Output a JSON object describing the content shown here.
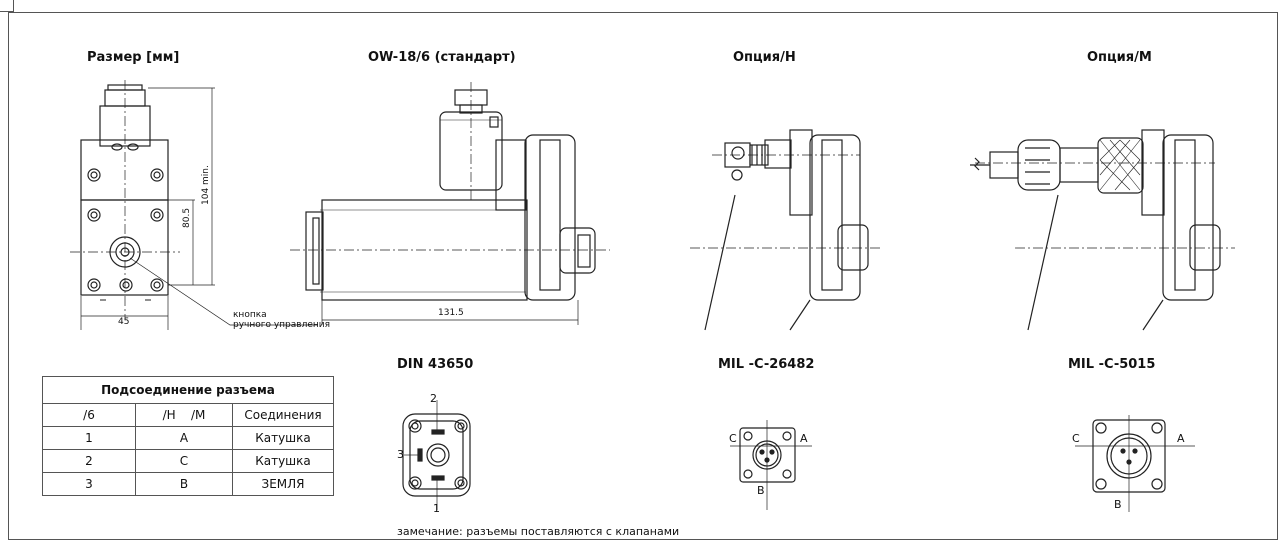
{
  "titles": {
    "dims": "Размер [мм]",
    "std": "OW-18/6 (стандарт)",
    "opt_h": "Опция/H",
    "opt_m": "Опция/M",
    "din": "DIN 43650",
    "mil1": "MIL -C-26482",
    "mil2": "MIL -C-5015"
  },
  "dimensions": {
    "height_min": "104 min.",
    "height": "80.5",
    "width": "45",
    "length": "131.5"
  },
  "callout": {
    "line1": "кнопка",
    "line2": "ручного управления"
  },
  "pins": {
    "din": [
      "1",
      "2",
      "3"
    ],
    "mil": [
      "A",
      "B",
      "C"
    ]
  },
  "table": {
    "caption": "Подсоединение разъема",
    "headers": [
      "/6",
      "/H    /M",
      "Соединения"
    ],
    "rows": [
      [
        "1",
        "A",
        "Катушка"
      ],
      [
        "2",
        "C",
        "Катушка"
      ],
      [
        "3",
        "B",
        "ЗЕМЛЯ"
      ]
    ]
  },
  "note": "замечание: разъемы поставляются с клапанами"
}
